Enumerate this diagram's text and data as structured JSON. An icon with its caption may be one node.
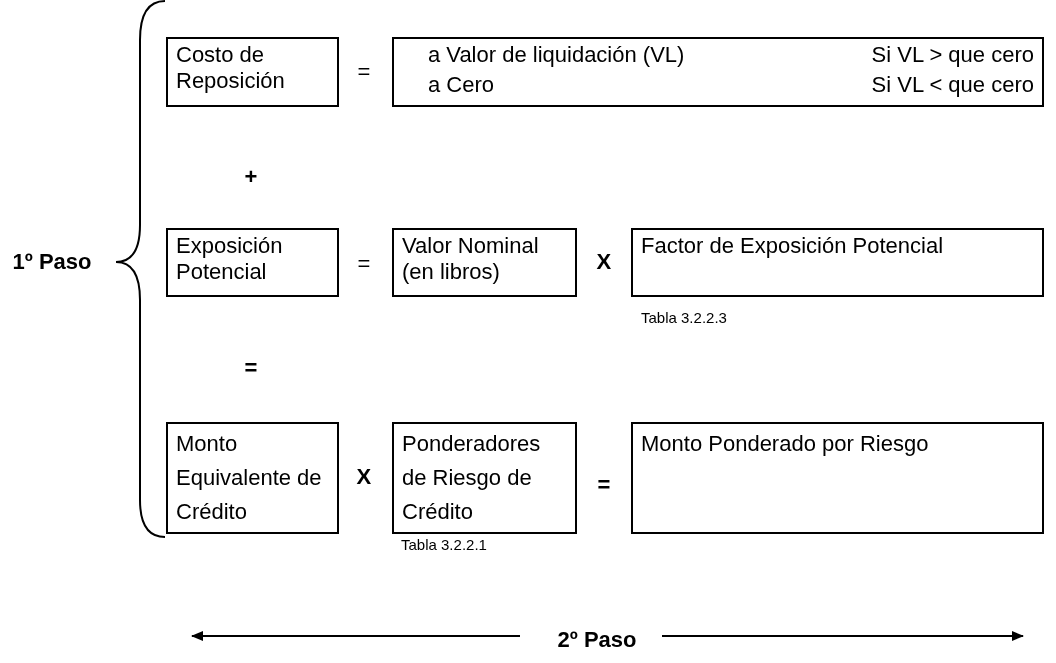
{
  "diagram": {
    "nodes": [
      {
        "text": [
          "Costo de Reposición"
        ]
      },
      {
        "text": [
          "a Valor de liquidación (VL)",
          "Si VL > que cero",
          "a Cero",
          "Si VL < que cero"
        ]
      },
      {
        "text": [
          "Exposición Potencial"
        ]
      },
      {
        "text": [
          "Valor Nominal (en libros)"
        ]
      },
      {
        "text": [
          "Factor de Exposición Potencial"
        ],
        "beside": [
          "Tabla 3.2.2.3"
        ]
      },
      {
        "text": [
          "Monto Equivalente de Crédito"
        ]
      },
      {
        "text": [
          "Ponderadores de Riesgo de Crédito"
        ],
        "beside": [
          "Tabla 3.2.2.1"
        ]
      },
      {
        "text": [
          "Monto Ponderado por Riesgo"
        ]
      }
    ],
    "edges": [],
    "labels": [
      "=",
      "+",
      "1º Paso",
      "=",
      "X",
      "=",
      "X",
      "=",
      "2º Paso"
    ]
  }
}
